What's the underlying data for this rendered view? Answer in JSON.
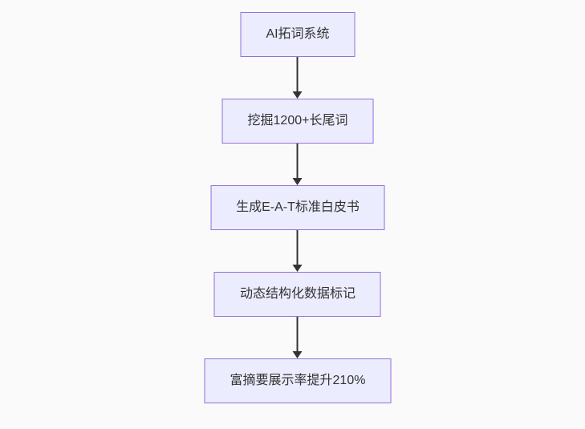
{
  "page": {
    "background_color": "#fafafa"
  },
  "flowchart": {
    "type": "flowchart-top-down",
    "node_fill_color": "#ececff",
    "node_border_color": "#9370db",
    "text_color": "#333333",
    "arrow_color": "#333333",
    "nodes": [
      {
        "id": "A",
        "label": "AI拓词系统"
      },
      {
        "id": "B",
        "label": "挖掘1200+长尾词"
      },
      {
        "id": "C",
        "label": "生成E-A-T标准白皮书"
      },
      {
        "id": "D",
        "label": "动态结构化数据标记"
      },
      {
        "id": "E",
        "label": "富摘要展示率提升210%"
      }
    ],
    "edges": [
      {
        "from": "A",
        "to": "B",
        "label": ""
      },
      {
        "from": "B",
        "to": "C",
        "label": ""
      },
      {
        "from": "C",
        "to": "D",
        "label": ""
      },
      {
        "from": "D",
        "to": "E",
        "label": ""
      }
    ]
  }
}
